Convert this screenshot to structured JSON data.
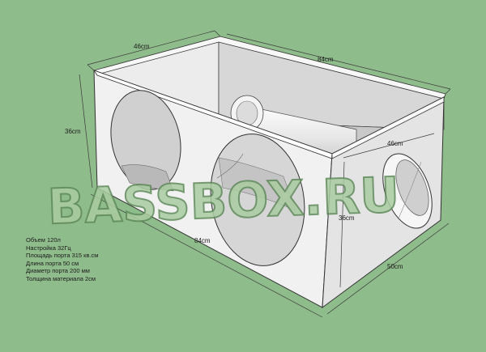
{
  "watermark": "BASSBOX.RU",
  "dimensions": {
    "top_depth": "46cm",
    "top_length": "84cm",
    "front_height": "36cm",
    "front_length": "84cm",
    "side_depth": "46cm",
    "side_height": "36cm",
    "side_width": "50cm"
  },
  "specs": [
    "Объем 120л",
    "Настройка 32Гц",
    "Площадь порта 315 кв.см",
    "Длина порта 50 см",
    "Диаметр порта 200 мм",
    "Толщина материала 2см"
  ],
  "colors": {
    "background": "#8fbc8b",
    "panel_light": "#f4f4f4",
    "panel_mid": "#e3e3e3",
    "panel_dark": "#cfcfcf",
    "edge": "#3a3a3a"
  }
}
